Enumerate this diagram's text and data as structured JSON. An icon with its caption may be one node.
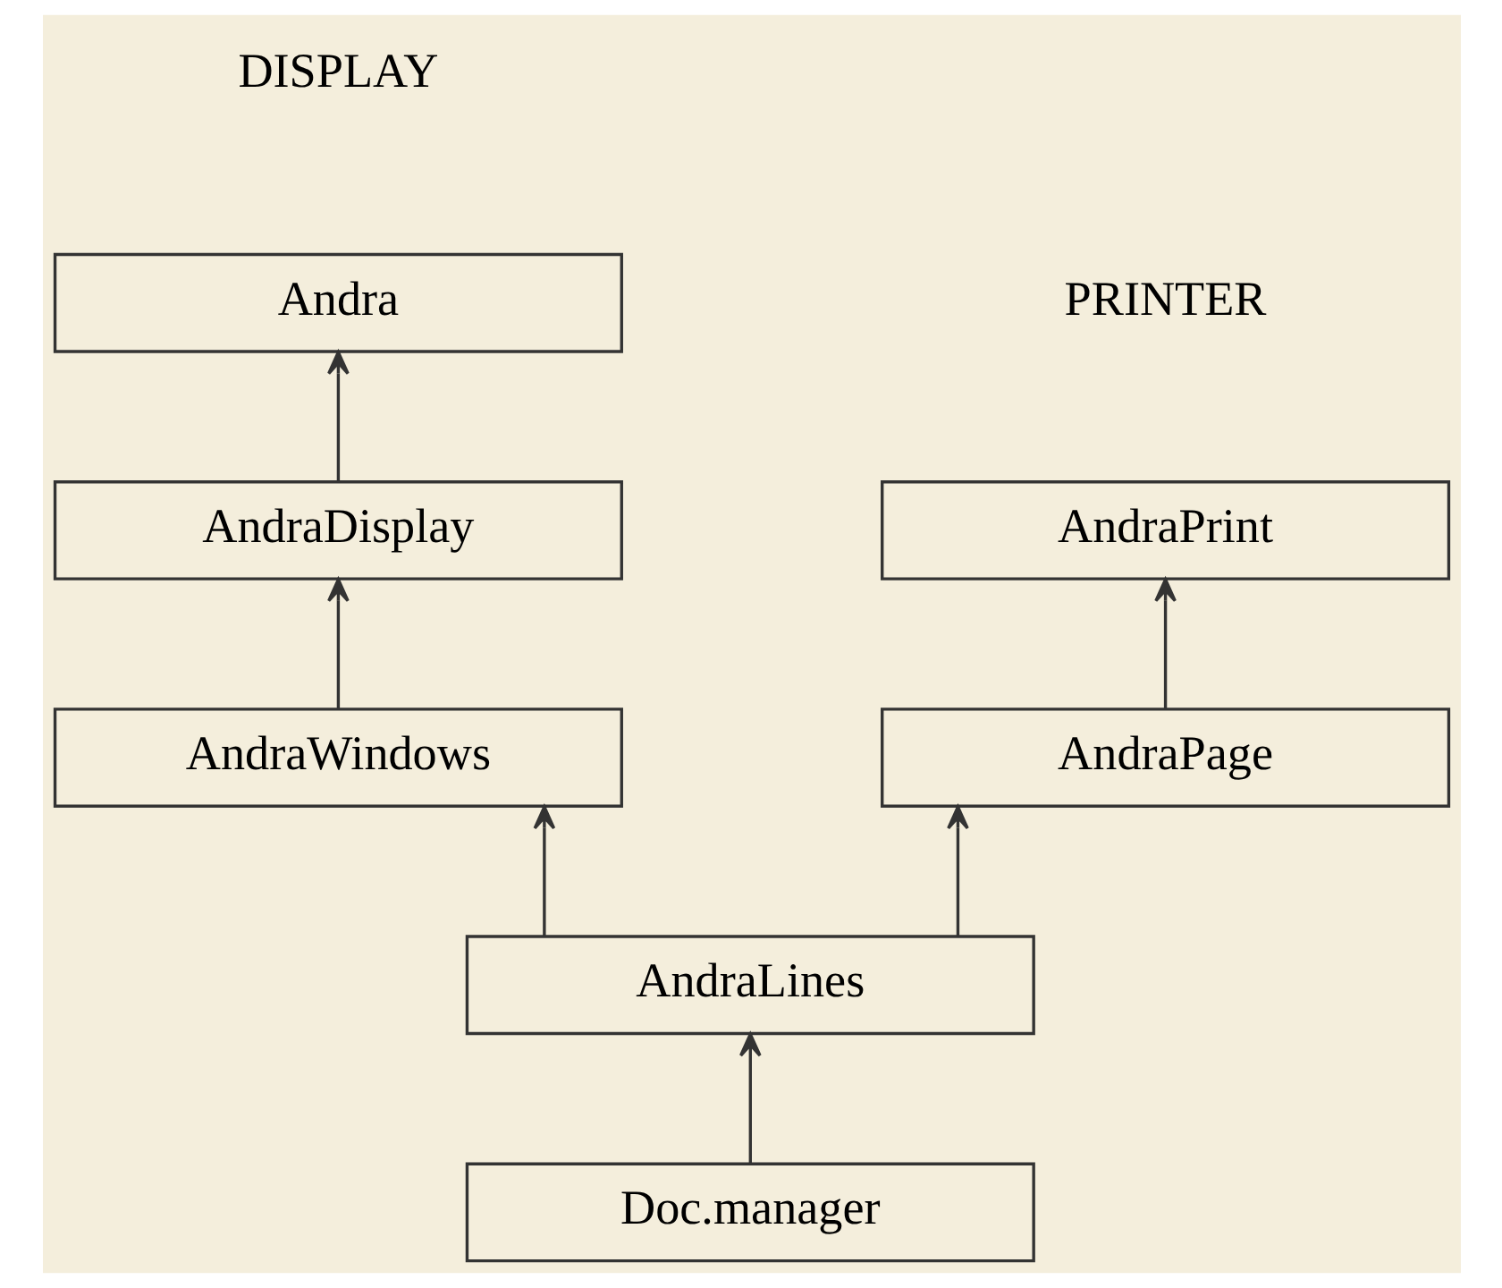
{
  "diagram": {
    "nodes": [
      {
        "text": [
          "Andra"
        ]
      },
      {
        "text": [
          "AndraPrint"
        ]
      },
      {
        "text": [
          "AndraDisplay"
        ]
      },
      {
        "text": [
          "AndraWindows"
        ]
      },
      {
        "text": [
          "AndraPage"
        ]
      },
      {
        "text": [
          "AndraLines"
        ]
      },
      {
        "text": [
          "Doc.manager"
        ]
      }
    ],
    "edges": [
      {
        "from": 2,
        "to": 0,
        "arrow": "to"
      },
      {
        "from": 3,
        "to": 2,
        "arrow": "to"
      },
      {
        "from": 4,
        "to": 1,
        "arrow": "to"
      },
      {
        "from": 5,
        "to": 3,
        "arrow": "to"
      },
      {
        "from": 5,
        "to": 4,
        "arrow": "to"
      },
      {
        "from": 6,
        "to": 5,
        "arrow": "to"
      }
    ],
    "labels": [
      "DISPLAY",
      "PRINTER"
    ]
  }
}
